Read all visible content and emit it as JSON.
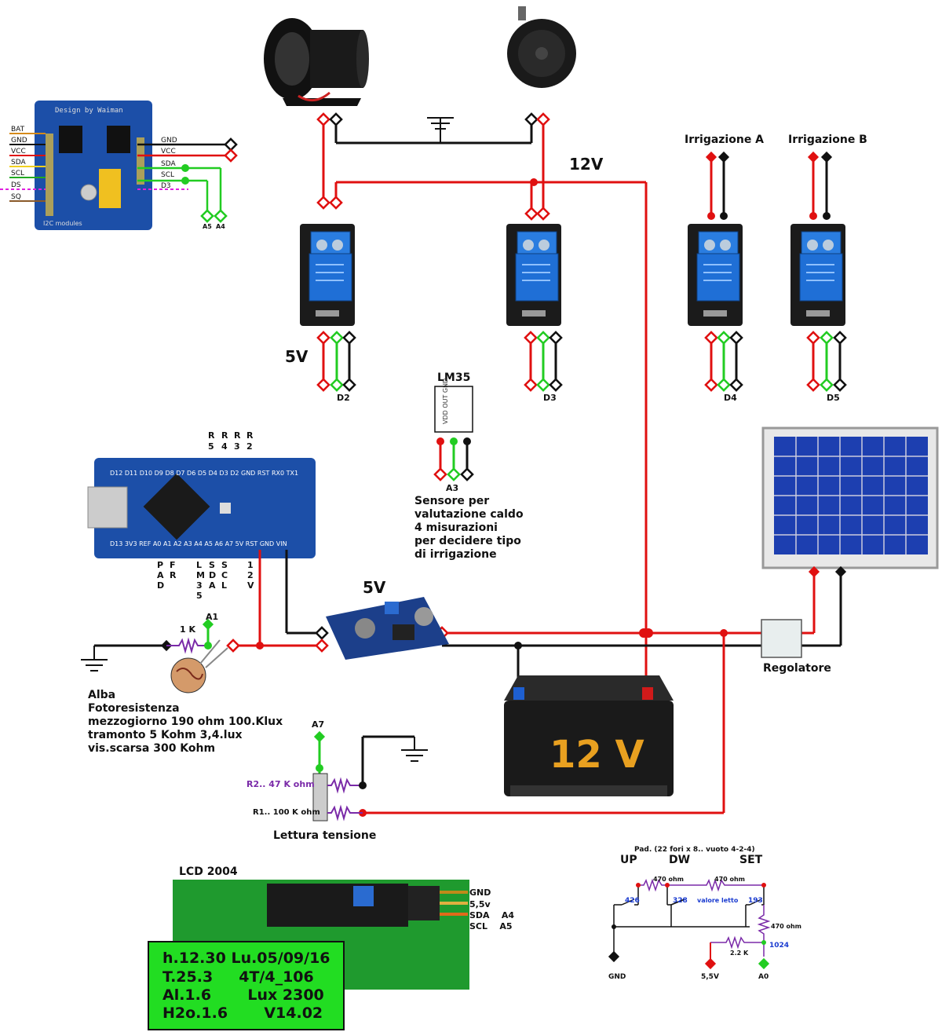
{
  "labels": {
    "v12_top": "12V",
    "irr_a": "Irrigazione A",
    "irr_b": "Irrigazione B",
    "v5_relay": "5V",
    "d2": "D2",
    "d3": "D3",
    "d4": "D4",
    "d5": "D5",
    "lm35": "LM35",
    "a3": "A3",
    "a5": "A5",
    "a4": "A4",
    "sensor_lines": [
      "Sensore per",
      "valutazione caldo",
      "4 misurazioni",
      "per decidere tipo",
      "di irrigazione"
    ],
    "v5_buck": "5V",
    "a1": "A1",
    "r1k": "1 K",
    "photo_lines": [
      "Alba",
      "Fotoresistenza",
      "mezzogiorno 190 ohm 100.Klux",
      "tramonto 5 Kohm 3,4.lux",
      "vis.scarsa 300 Kohm"
    ],
    "regolatore": "Regolatore",
    "battery": "12 V",
    "a7": "A7",
    "r2": "R2.. 47 K ohm",
    "r1": "R1.. 100 K ohm",
    "lettura": "Lettura tensione",
    "lcd_title": "LCD 2004",
    "lcd_pins": [
      "GND",
      "5,5v",
      "SDA    A4",
      "SCL    A5"
    ],
    "pad_title": "Pad. (22 fori x 8.. vuoto 4-2-4)",
    "pad_up": "UP",
    "pad_dw": "DW",
    "pad_set": "SET",
    "pad_r470a": "470 ohm",
    "pad_r470b": "470 ohm",
    "pad_r470c": "470 ohm",
    "pad_426": "426",
    "pad_328": "328",
    "pad_valore": "valore letto",
    "pad_193": "193",
    "pad_1024": "1024",
    "pad_22k": "2.2 K",
    "pad_gnd": "GND",
    "pad_55v": "5,5V",
    "pad_a0": "A0",
    "rtc_pins_left": [
      "BAT",
      "GND",
      "VCC",
      "SDA",
      "SCL",
      "DS",
      "SQ"
    ],
    "rtc_pins_right": [
      "GND",
      "VCC",
      "SDA",
      "SCL",
      "D3"
    ],
    "rtc_title": "Design by Waiman",
    "rtc_footer": "I2C modules",
    "nano_top_pins": "D12 D11 D10 D9 D8 D7 D6 D5 D4 D3 D2 GND RST RX0 TX1",
    "nano_bottom_pins": "D13 3V3 REF A0 A1 A2 A3 A4 A5 A6 A7 5V RST GND VIN",
    "nano_r_top": [
      "R",
      "R",
      "R",
      "R"
    ],
    "nano_r_nums": [
      "5",
      "4",
      "3",
      "2"
    ],
    "nano_bottom_cols": [
      [
        "P",
        "A",
        "D"
      ],
      [
        "F",
        "R"
      ],
      [
        "L",
        "M",
        "3",
        "5"
      ],
      [
        "S",
        "D",
        "A"
      ],
      [
        "S",
        "C",
        "L"
      ],
      [
        "1",
        "2",
        "V"
      ]
    ]
  },
  "lcd": {
    "lines": [
      "h.12.30 Lu.05/09/16",
      "T.25.3     4T/4_106",
      "Al.1.6       Lux 2300",
      "H2o.1.6       V14.02"
    ]
  },
  "colors": {
    "red_wire": "#e01010",
    "black_wire": "#111111",
    "green_wire": "#22cc22",
    "lcd_bg": "#22dd22",
    "relay_blue": "#1f6fd6",
    "board_blue": "#1c4fa8",
    "purple": "#7a2aa8"
  }
}
